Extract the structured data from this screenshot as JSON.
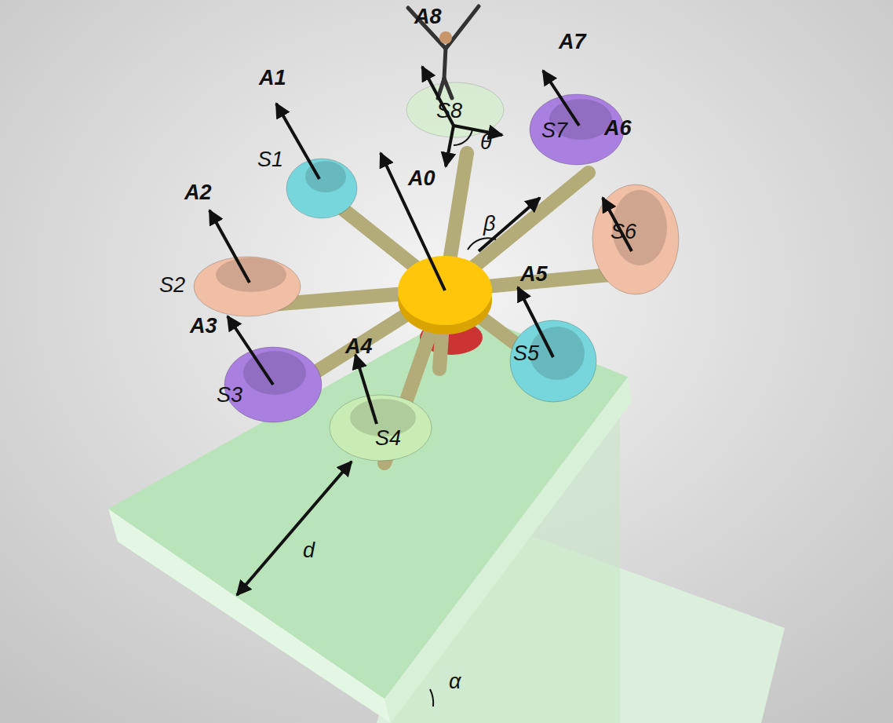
{
  "diagram": {
    "labels": [
      "A8",
      "A7",
      "A1",
      "A0",
      "S8",
      "θ",
      "S1",
      "S7",
      "A6",
      "A2",
      "β",
      "S6",
      "S2",
      "A3",
      "A5",
      "A4",
      "S5",
      "S3",
      "S4",
      "d",
      "α"
    ]
  }
}
